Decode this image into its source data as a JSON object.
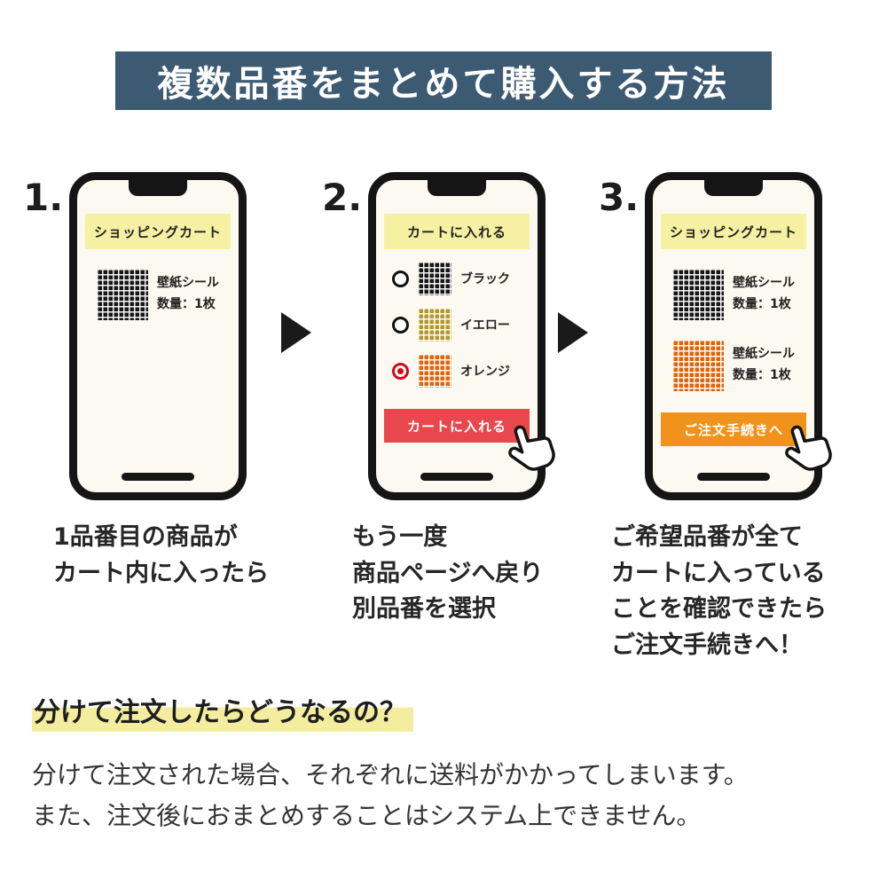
{
  "header": {
    "title": "複数品番をまとめて購入する方法",
    "bg_color": "#3d5a73"
  },
  "colors": {
    "screen_banner_yellow": "#f6f0a2",
    "add_to_cart_red": "#e8474d",
    "checkout_orange": "#f0931c",
    "heading_highlight": "#f4eda0",
    "swatch_black": "#161616",
    "swatch_yellow": "#b3962e",
    "swatch_orange": "#dd650e"
  },
  "steps": [
    {
      "number": "1.",
      "banner": "ショッピングカート",
      "items": [
        {
          "swatch": "black",
          "text": "壁紙シール\n数量：1枚"
        }
      ],
      "caption": "1品番目の商品が\nカート内に入ったら"
    },
    {
      "number": "2.",
      "banner": "カートに入れる",
      "options": [
        {
          "swatch": "black",
          "label": "ブラック",
          "selected": false
        },
        {
          "swatch": "yellow",
          "label": "イエロー",
          "selected": false
        },
        {
          "swatch": "orange",
          "label": "オレンジ",
          "selected": true
        }
      ],
      "button": "カートに入れる",
      "caption": "もう一度\n商品ページへ戻り\n別品番を選択"
    },
    {
      "number": "3.",
      "banner": "ショッピングカート",
      "items": [
        {
          "swatch": "black",
          "text": "壁紙シール\n数量：1枚"
        },
        {
          "swatch": "orange",
          "text": "壁紙シール\n数量：1枚"
        }
      ],
      "button": "ご注文手続きへ",
      "caption": "ご希望品番が全て\nカートに入っている\nことを確認できたら\nご注文手続きへ！"
    }
  ],
  "footer": {
    "heading": "分けて注文したらどうなるの？",
    "body": "分けて注文された場合、それぞれに送料がかかってしまいます。\nまた、注文後におまとめすることはシステム上できません。"
  }
}
